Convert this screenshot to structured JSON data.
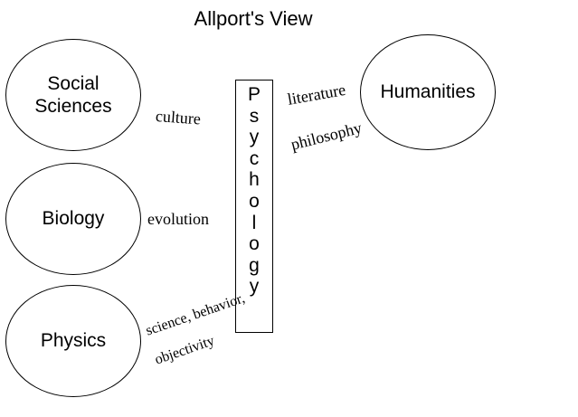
{
  "title": "Allport's View",
  "nodes": {
    "social_sciences": [
      "Social",
      "Sciences"
    ],
    "biology": "Biology",
    "physics": "Physics",
    "humanities": "Humanities",
    "psychology": [
      "P",
      "s",
      "y",
      "c",
      "h",
      "o",
      "l",
      "o",
      "g",
      "y"
    ]
  },
  "edges": {
    "culture": "culture",
    "evolution": "evolution",
    "literature": "literature",
    "philosophy": "philosophy",
    "science_behavior": "science, behavior,",
    "objectivity": "objectivity"
  }
}
